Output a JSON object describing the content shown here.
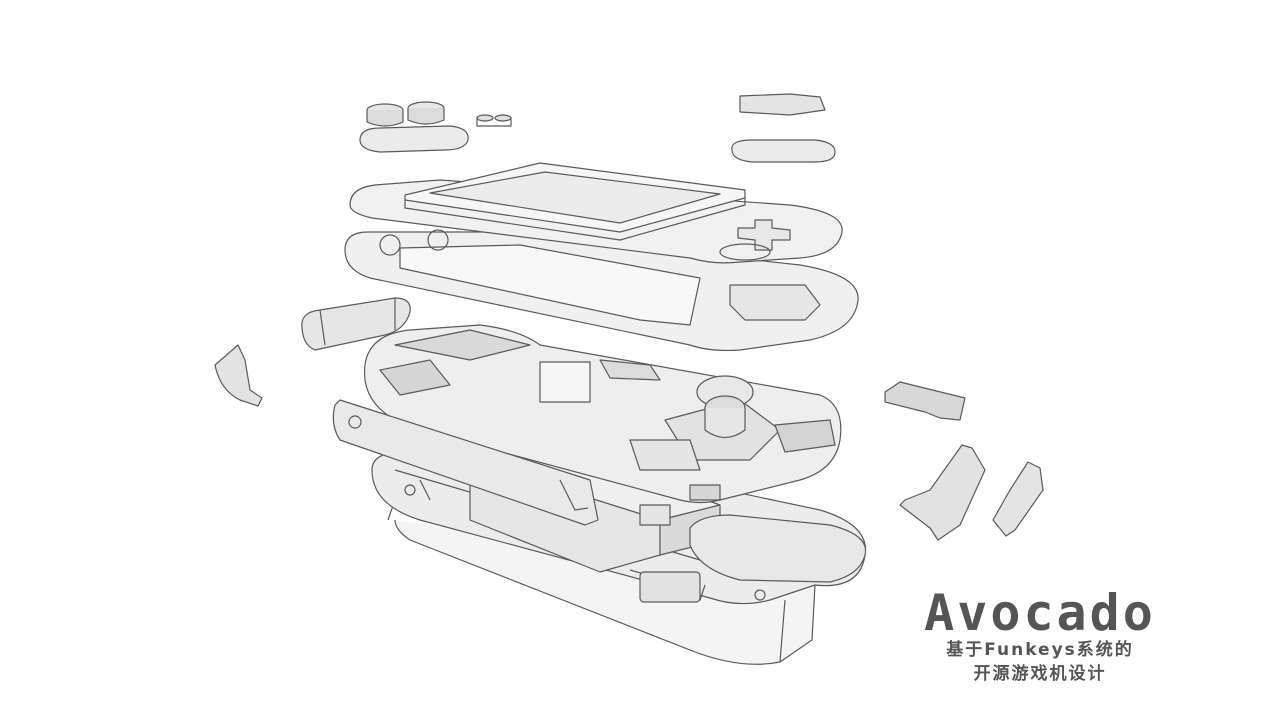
{
  "brand": {
    "logo": "Avocado",
    "subtitle_line1": "基于Funkeys系统的",
    "subtitle_line2": "开源游戏机设计"
  },
  "palette": {
    "stroke": "#5a5a5a",
    "fill_light": "#f2f2f2",
    "fill_mid": "#e4e4e4",
    "fill_dark": "#cfcfcf"
  },
  "illustration": {
    "parts": [
      "front-buttons-left",
      "small-buttons",
      "front-buttons-right",
      "screen-lens",
      "front-shell",
      "mid-frame",
      "shoulder-button-left",
      "side-trigger-left",
      "main-pcb",
      "joystick",
      "micro-sd-card",
      "side-trigger-right-a",
      "side-trigger-right-b",
      "battery",
      "bottom-shell",
      "back-plate"
    ]
  }
}
